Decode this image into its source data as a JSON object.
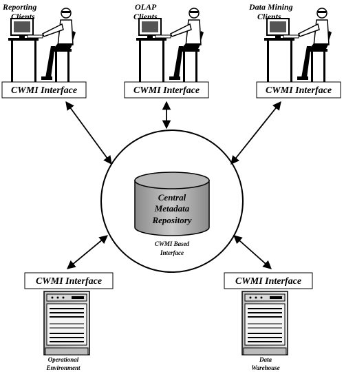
{
  "clients": [
    {
      "line1": "Reporting",
      "line2": "Clients",
      "interface": "CWMI Interface"
    },
    {
      "line1": "OLAP",
      "line2": "Clients",
      "interface": "CWMI Interface"
    },
    {
      "line1": "Data Mining",
      "line2": "Clients",
      "interface": "CWMI Interface"
    }
  ],
  "repository": {
    "line1": "Central",
    "line2": "Metadata",
    "line3": "Repository",
    "interface_line1": "CWMI Based",
    "interface_line2": "Interface"
  },
  "sources": [
    {
      "interface": "CWMI Interface",
      "line1": "Operational",
      "line2": "Environment"
    },
    {
      "interface": "CWMI Interface",
      "line1": "Data",
      "line2": "Warehouse"
    }
  ]
}
